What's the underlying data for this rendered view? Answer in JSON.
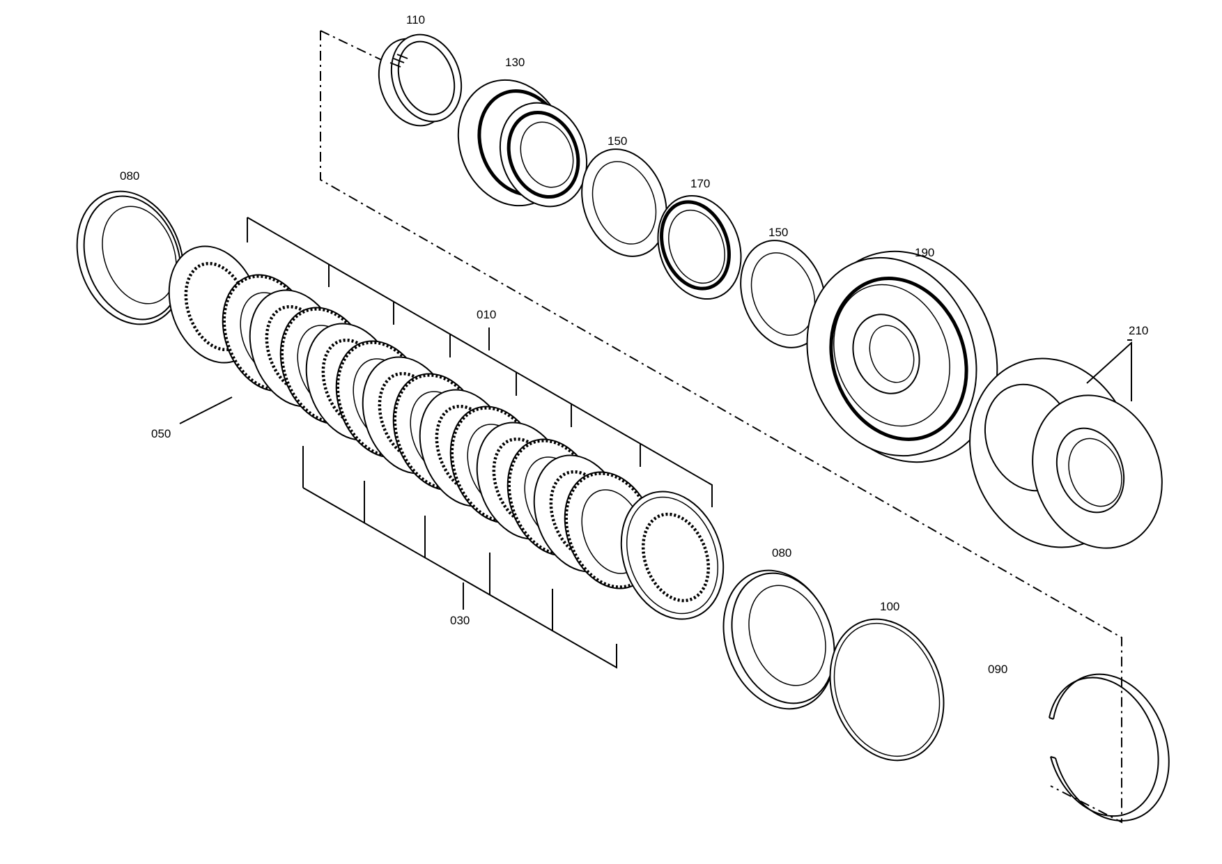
{
  "callouts": {
    "p010": "010",
    "p030": "030",
    "p050": "050",
    "p080_top": "080",
    "p080_bottom": "080",
    "p090": "090",
    "p100": "100",
    "p110": "110",
    "p130": "130",
    "p150_a": "150",
    "p150_b": "150",
    "p170": "170",
    "p190": "190",
    "p210": "210"
  }
}
